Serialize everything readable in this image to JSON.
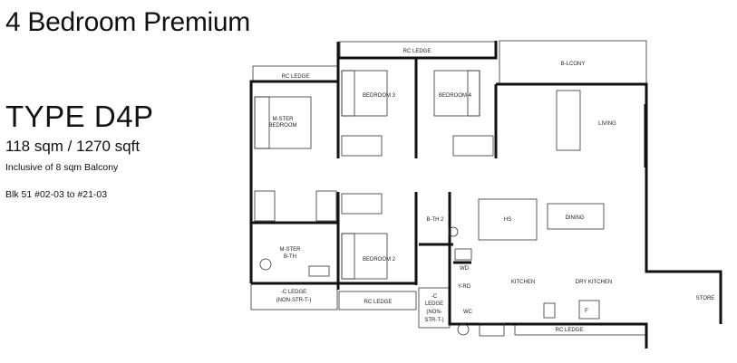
{
  "header": {
    "title": "4 Bedroom Premium",
    "type": "TYPE D4P",
    "area": "118 sqm / 1270 sqft",
    "inclusive": "Inclusive of 8 sqm Balcony",
    "blocks": "Blk 51 #02-03 to #21-03"
  },
  "rooms": {
    "rc_ledge_top": "RC LEDGE",
    "rc_ledge_left": "RC LEDGE",
    "balcony": "B-LCONY",
    "bedroom3": "BEDROOM 3",
    "bedroom4": "BEDROOM 4",
    "master_bedroom_1": "M-STER",
    "master_bedroom_2": "BEDROOM",
    "living": "LIVING",
    "hs": "HS",
    "dining": "DINING",
    "bath2": "B-TH 2",
    "master_bath_1": "M-STER",
    "master_bath_2": "B-TH",
    "bedroom2": "BEDROOM 2",
    "wd": "WD",
    "yard": "Y-RD",
    "kitchen": "KITCHEN",
    "dry_kitchen": "DRY KITCHEN",
    "ac_ledge_left_1": "-C LEDGE",
    "ac_ledge_left_2": "(NON-STR-T-)",
    "rc_ledge_bottom_mid": "RC LEDGE",
    "ac_ledge_mid_1": "-C",
    "ac_ledge_mid_2": "LEDGE",
    "ac_ledge_mid_3": "(NON-",
    "ac_ledge_mid_4": "STR-T-)",
    "wc": "WC",
    "fridge": "F",
    "rc_ledge_bottom_right": "RC LEDGE",
    "store": "STORE"
  }
}
